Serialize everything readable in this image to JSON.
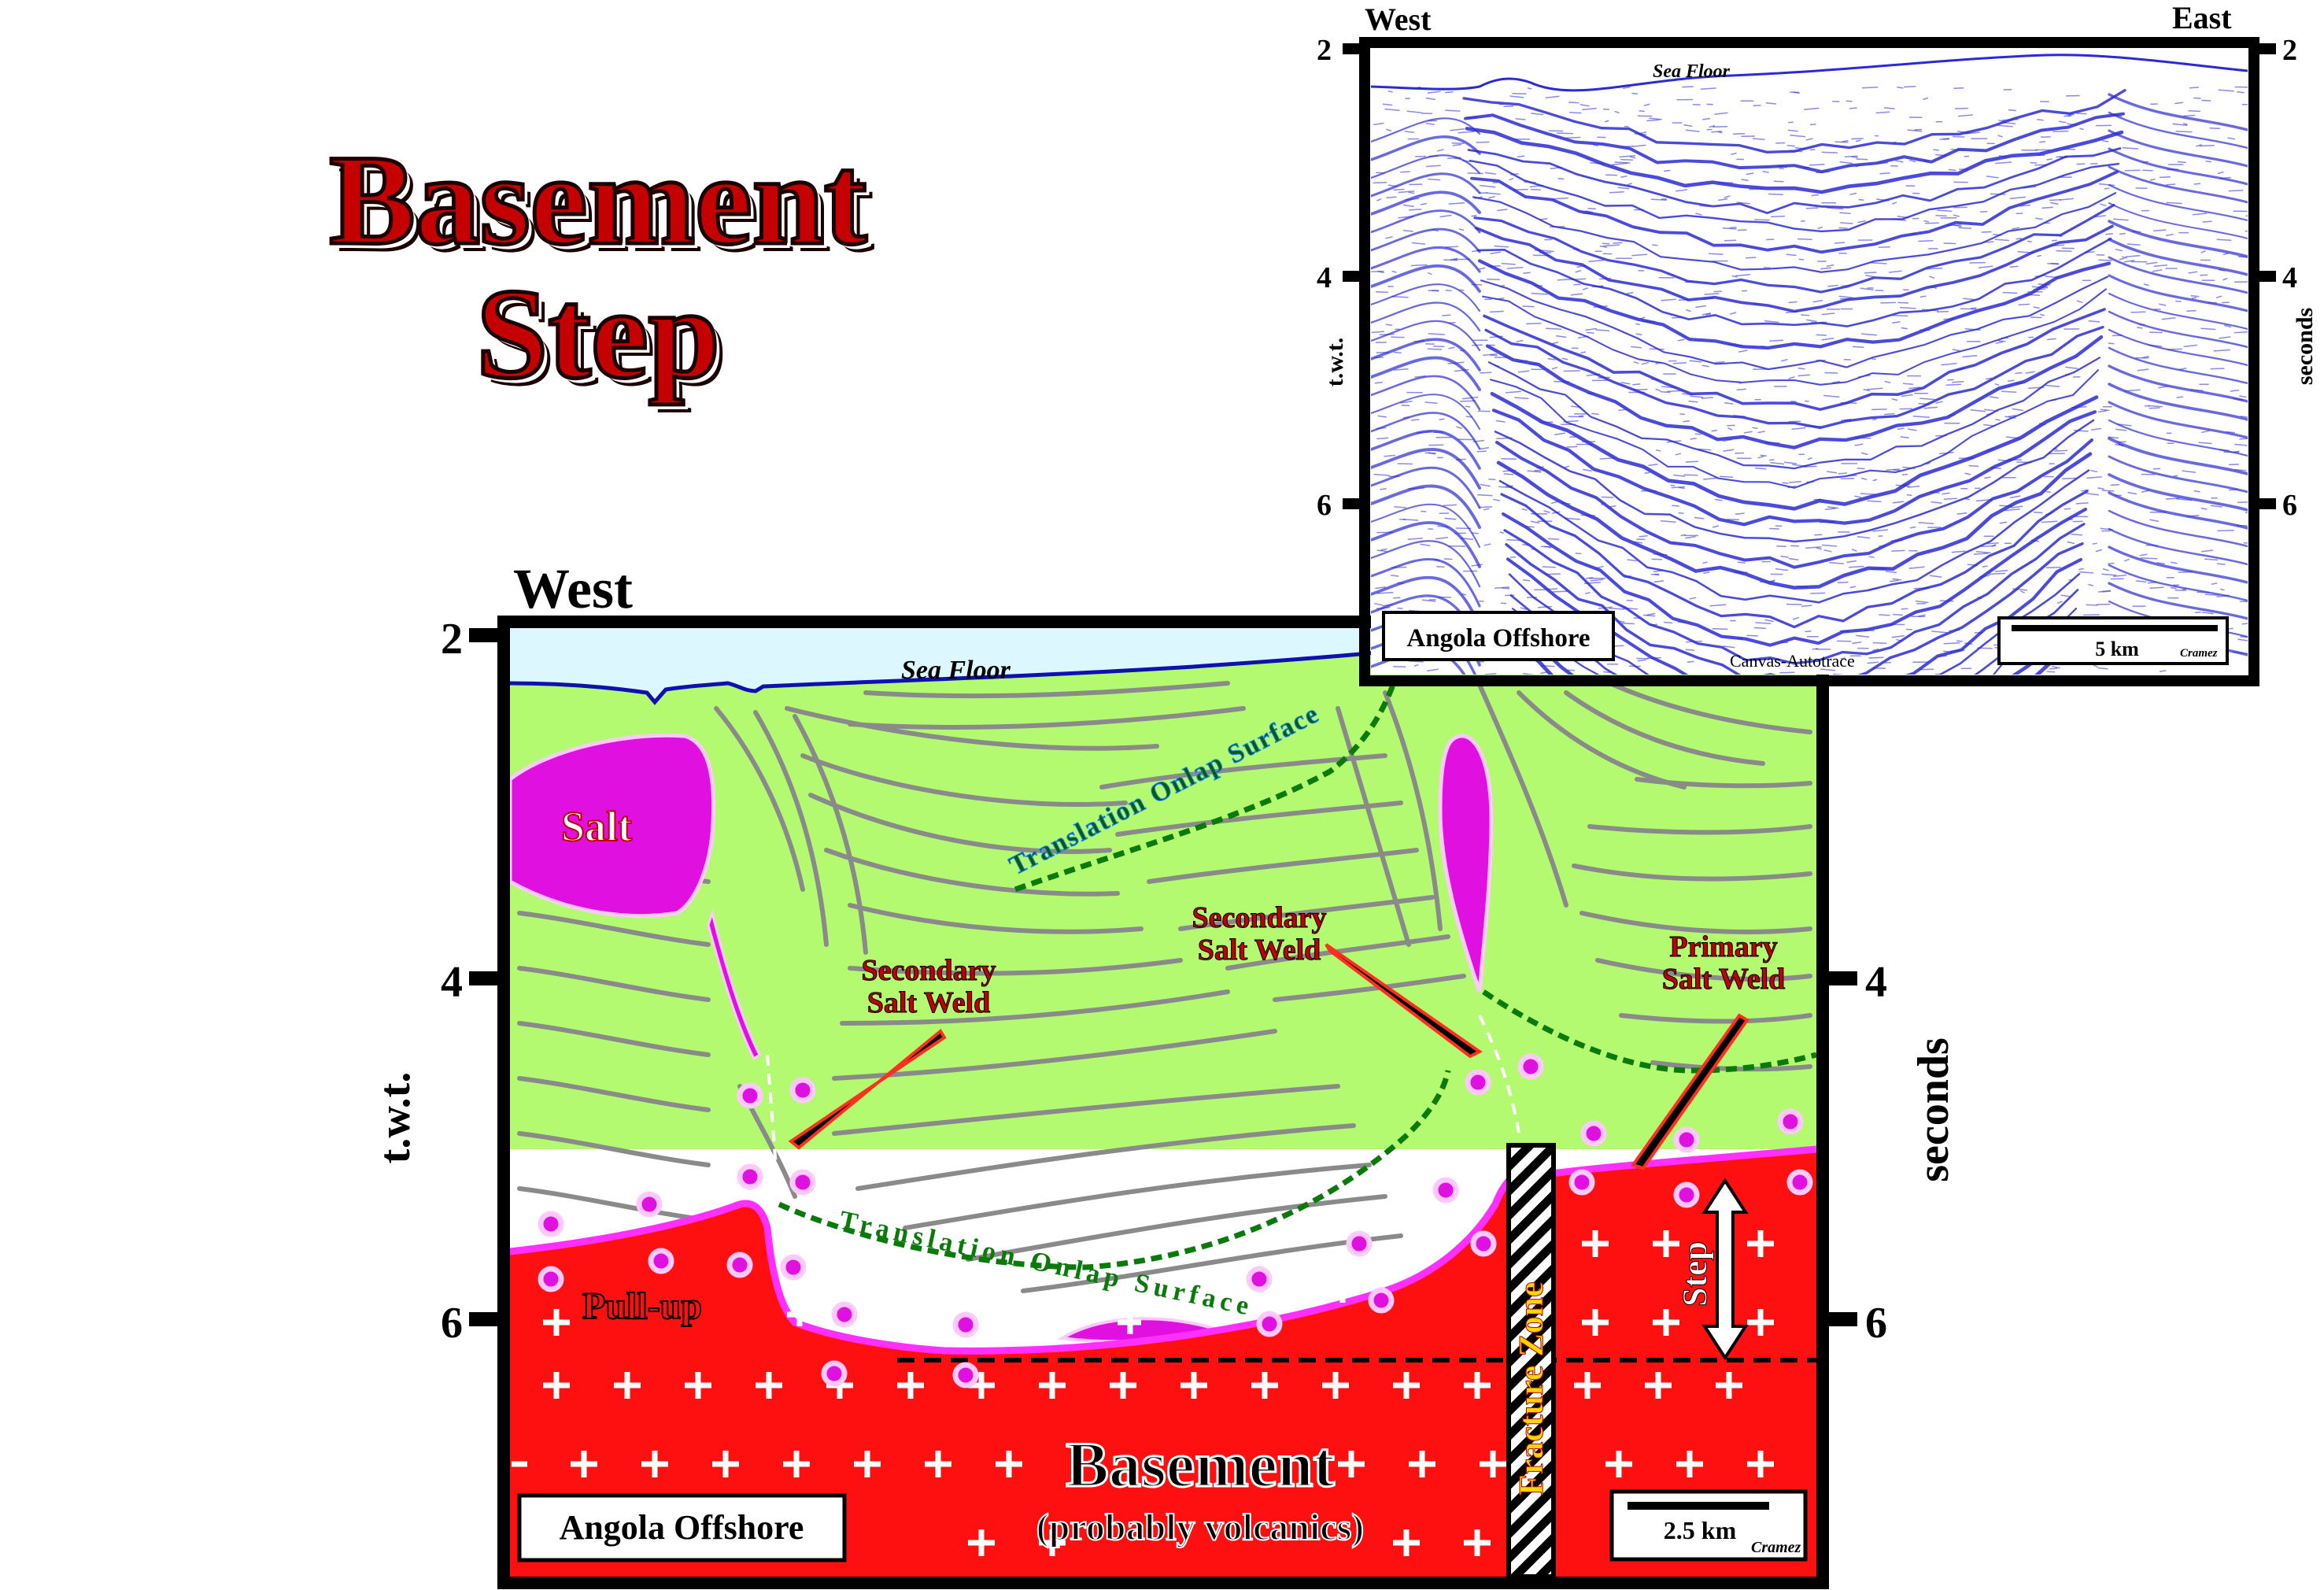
{
  "title": {
    "line1": "Basement",
    "line2": "Step"
  },
  "inset": {
    "left_dir": "West",
    "right_dir": "East",
    "sea_floor": "Sea Floor",
    "left_axis_label": "t.w.t.",
    "right_axis_label": "seconds",
    "ticks": [
      "2",
      "4",
      "6"
    ],
    "location": "Angola Offshore",
    "scale": "5 km",
    "author": "Cramez",
    "caption": "Canvas-Autotrace",
    "trace_color": "#2a2ad6"
  },
  "main": {
    "left_dir": "West",
    "sea_floor": "Sea Floor",
    "left_axis_label": "t.w.t.",
    "right_axis_label": "seconds",
    "ticks": [
      "2",
      "4",
      "6"
    ],
    "salt": "Salt",
    "secondary_weld_1": [
      "Secondary",
      "Salt Weld"
    ],
    "secondary_weld_2": [
      "Secondary",
      "Salt Weld"
    ],
    "primary_weld": [
      "Primary",
      "Salt Weld"
    ],
    "onlap_upper": "Translation Onlap Surface",
    "onlap_lower": "Translation Onlap Surface",
    "pull_up": "Pull-up",
    "step": "Step",
    "fracture": "Fracture Zone",
    "basement": "Basement",
    "basement_sub": "(probably volcanics)",
    "location": "Angola Offshore",
    "scale": "2.5 km",
    "author": "Cramez",
    "colors": {
      "sediment": "#b4fa70",
      "salt": "#e010e0",
      "basement": "#ff1010",
      "water": "#ddf7ff",
      "onlap": "#0a7a0a"
    }
  }
}
